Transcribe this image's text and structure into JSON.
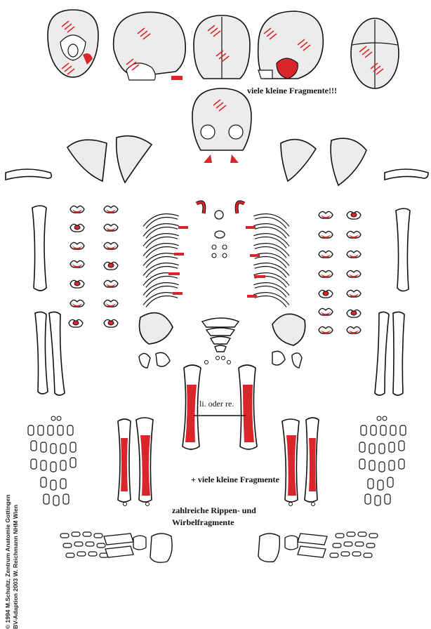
{
  "annotations": {
    "fragments_skull": "viele kleine Fragmente!!!",
    "side": "li. oder re.",
    "more_fragments": "+ viele kleine Fragmente",
    "rib_fragments_line1": "zahlreiche Rippen- und",
    "rib_fragments_line2": "Wirbelfragmente"
  },
  "credit": {
    "line1": "© 1994 M.Schultz, Zentrum Anatomie   Gottingen",
    "line2": "BV-Adaption 2003 W. Reichmann   NHM Wien"
  },
  "colors": {
    "present": "#d9262b",
    "outline": "#111111",
    "fill": "#ececec"
  }
}
